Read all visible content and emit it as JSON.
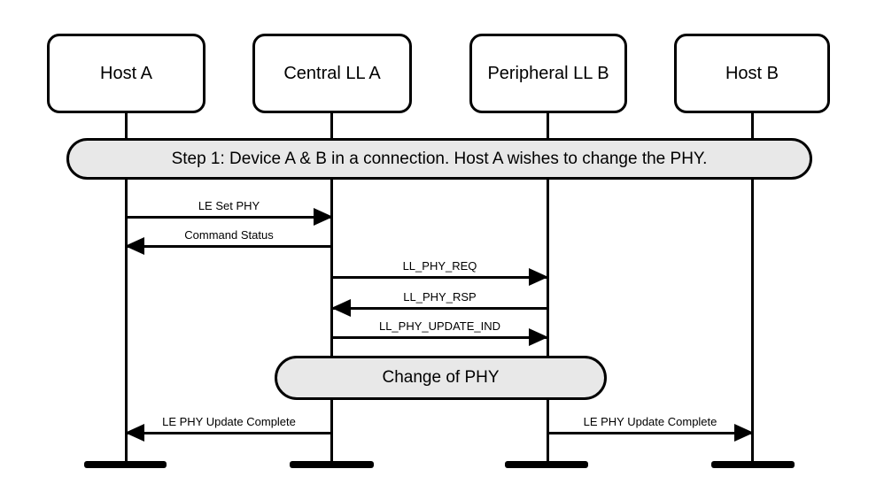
{
  "diagram": {
    "actors": [
      {
        "id": "host-a",
        "label": "Host A"
      },
      {
        "id": "central-ll-a",
        "label": "Central LL A"
      },
      {
        "id": "peripheral-ll-b",
        "label": "Peripheral LL B"
      },
      {
        "id": "host-b",
        "label": "Host B"
      }
    ],
    "step_note": "Step 1: Device A & B in a connection. Host A wishes to change the PHY.",
    "process_note": "Change of PHY",
    "messages": [
      {
        "label": "LE Set PHY",
        "from": "Host A",
        "to": "Central LL A",
        "direction": "right"
      },
      {
        "label": "Command Status",
        "from": "Central LL A",
        "to": "Host A",
        "direction": "left"
      },
      {
        "label": "LL_PHY_REQ",
        "from": "Central LL A",
        "to": "Peripheral LL B",
        "direction": "right"
      },
      {
        "label": "LL_PHY_RSP",
        "from": "Peripheral LL B",
        "to": "Central LL A",
        "direction": "left"
      },
      {
        "label": "LL_PHY_UPDATE_IND",
        "from": "Central LL A",
        "to": "Peripheral LL B",
        "direction": "right"
      },
      {
        "label": "LE PHY Update Complete",
        "from": "Central LL A",
        "to": "Host A",
        "direction": "left"
      },
      {
        "label": "LE PHY Update Complete",
        "from": "Peripheral LL B",
        "to": "Host B",
        "direction": "right"
      }
    ],
    "colors": {
      "line": "#000000",
      "note_fill": "#e8e8e8",
      "box_fill": "#ffffff",
      "background": "#ffffff"
    }
  }
}
